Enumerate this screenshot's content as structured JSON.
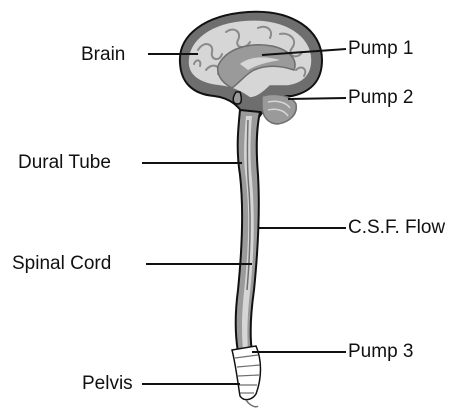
{
  "labels": {
    "brain": "Brain",
    "pump1": "Pump 1",
    "pump2": "Pump 2",
    "dural_tube": "Dural Tube",
    "csf_flow": "C.S.F. Flow",
    "spinal_cord": "Spinal Cord",
    "pump3": "Pump 3",
    "pelvis": "Pelvis"
  },
  "colors": {
    "ink": "#111111",
    "tissue_dark": "#6e6e6e",
    "tissue_mid": "#9a9a9a",
    "tissue_light": "#d6d6d6",
    "csf": "#bdbdbd"
  }
}
